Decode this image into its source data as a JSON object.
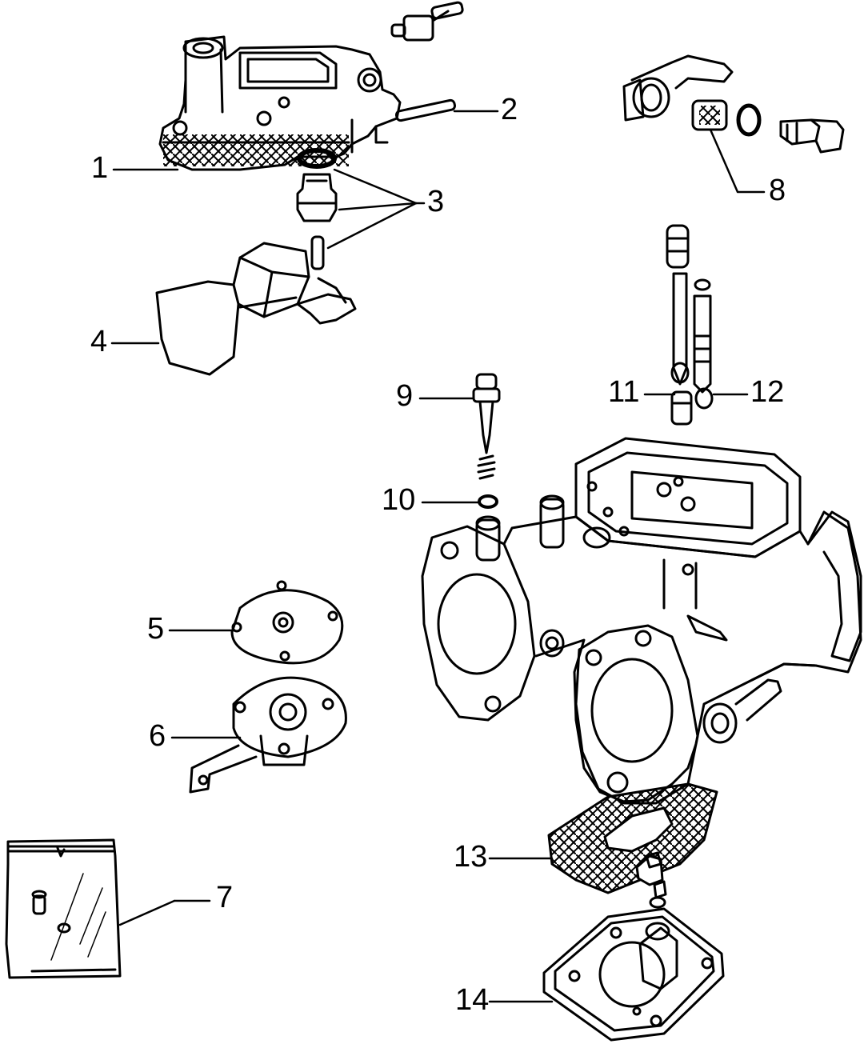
{
  "diagram": {
    "callouts": [
      {
        "id": "1",
        "label": "1"
      },
      {
        "id": "2",
        "label": "2"
      },
      {
        "id": "3",
        "label": "3"
      },
      {
        "id": "4",
        "label": "4"
      },
      {
        "id": "5",
        "label": "5"
      },
      {
        "id": "6",
        "label": "6"
      },
      {
        "id": "7",
        "label": "7"
      },
      {
        "id": "8",
        "label": "8"
      },
      {
        "id": "9",
        "label": "9"
      },
      {
        "id": "10",
        "label": "10"
      },
      {
        "id": "11",
        "label": "11"
      },
      {
        "id": "12",
        "label": "12"
      },
      {
        "id": "13",
        "label": "13"
      },
      {
        "id": "14",
        "label": "14"
      }
    ]
  },
  "colors": {
    "ink": "#000000",
    "paper": "#ffffff"
  }
}
